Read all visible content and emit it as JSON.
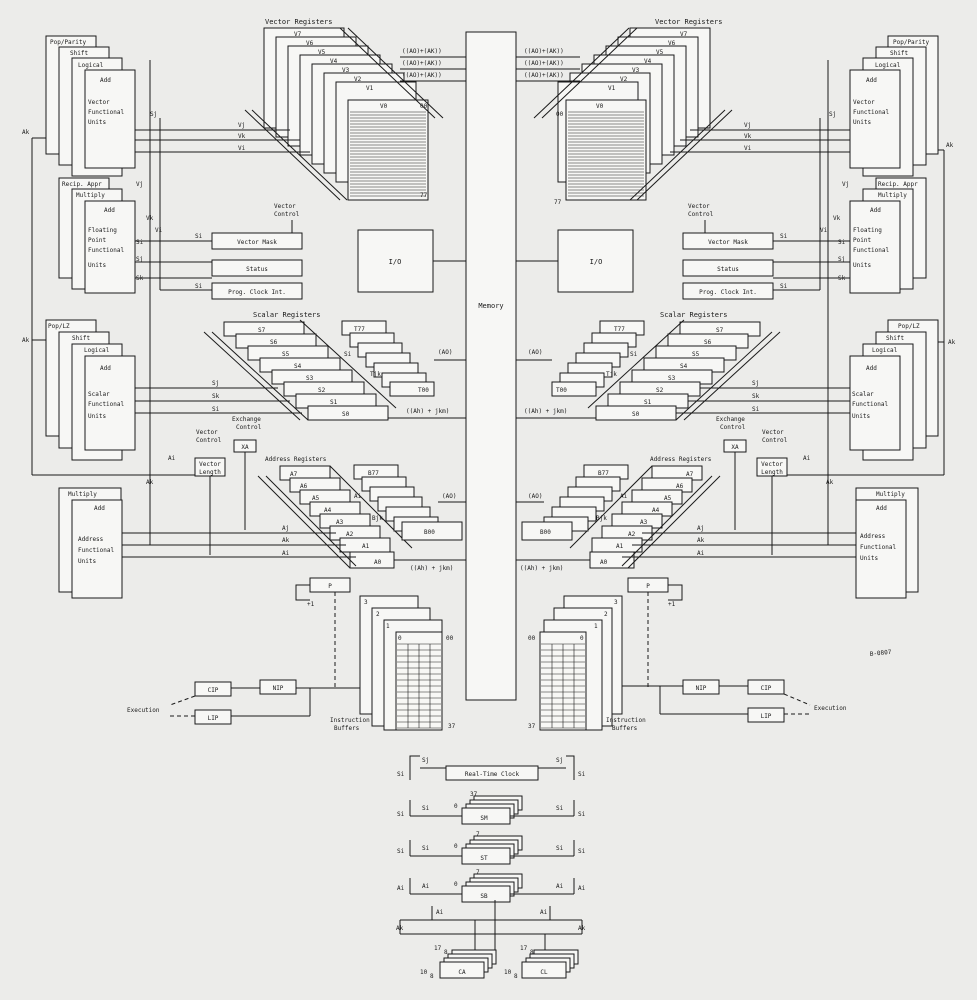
{
  "memory": "Memory",
  "io": "I/O",
  "vector_registers": {
    "title": "Vector Registers",
    "regs": [
      "V7",
      "V6",
      "V5",
      "V4",
      "V3",
      "V2",
      "V1",
      "V0"
    ],
    "first_index": "00",
    "last_index": "77",
    "paths": [
      "((AO)+(AK))",
      "((AO)+(AK))",
      "((AO)+(AK))"
    ],
    "buses": [
      "Vj",
      "Vk",
      "Vi"
    ]
  },
  "vector_fu": {
    "units": [
      "Pop/Parity",
      "Shift",
      "Logical",
      "Add"
    ],
    "caption": [
      "Vector",
      "Functional",
      "Units"
    ],
    "sj": "Sj"
  },
  "fp_fu": {
    "units": [
      "Recip. Appr",
      "Multiply",
      "Add"
    ],
    "caption": [
      "Floating",
      "Point",
      "Functional",
      "Units"
    ],
    "vj": "Vj",
    "vk": "Vk",
    "vi": "Vi",
    "si": "Si",
    "sj": "Sj",
    "sk": "Sk"
  },
  "scalar_fu": {
    "units": [
      "Pop/LZ",
      "Shift",
      "Logical",
      "Add"
    ],
    "caption": [
      "Scalar",
      "Functional",
      "Units"
    ]
  },
  "address_fu": {
    "units": [
      "Multiply",
      "Add"
    ],
    "caption": [
      "Address",
      "Functional",
      "Units"
    ]
  },
  "ak": "Ak",
  "vector_control": [
    "Vector",
    "Control"
  ],
  "vector_mask": "Vector Mask",
  "status": "Status",
  "prog_clock": "Prog. Clock Int.",
  "si": "Si",
  "scalar_registers": {
    "title": "Scalar Registers",
    "regs": [
      "S7",
      "S6",
      "S5",
      "S4",
      "S3",
      "S2",
      "S1",
      "S0"
    ],
    "t_top": "T77",
    "t_bottom": "T00",
    "tjk": "Tjk",
    "si": "Si",
    "ao": "(AO)",
    "buses": [
      "Sj",
      "Sk",
      "Si"
    ],
    "ah": "((Ah) + jkm)"
  },
  "exchange_control": [
    "Exchange",
    "Control"
  ],
  "xa": "XA",
  "vector_length": [
    "Vector",
    "Length"
  ],
  "address_registers": {
    "title": "Address Registers",
    "regs": [
      "A7",
      "A6",
      "A5",
      "A4",
      "A3",
      "A2",
      "A1",
      "A0"
    ],
    "b_top": "B77",
    "b_bottom": "B00",
    "bjk": "Bjk",
    "ai": "Ai",
    "ao": "(AO)",
    "buses": [
      "Aj",
      "Ak",
      "Ai"
    ],
    "ah": "((Ah) + jkm)"
  },
  "p": "P",
  "plus1": "+1",
  "instruction_buffers": {
    "caption": [
      "Instruction",
      "Buffers"
    ],
    "nums": [
      "3",
      "2",
      "1",
      "0"
    ],
    "first": "00",
    "last": "37"
  },
  "nip": "NIP",
  "cip": "CIP",
  "lip": "LIP",
  "execution": "Execution",
  "drawing_number": "B-0807",
  "real_time_clock": "Real-Time Clock",
  "rtc_sj": "Sj",
  "rtc_si": "Si",
  "sm": {
    "label": "SM",
    "top": "37",
    "zero": "0",
    "si": "Si"
  },
  "st": {
    "label": "ST",
    "top": "7",
    "zero": "0",
    "si": "Si"
  },
  "sb": {
    "label": "SB",
    "top": "7",
    "zero": "0",
    "ai": "Ai"
  },
  "bottom": {
    "ak": "Ak",
    "ai": "Ai",
    "ca": "CA",
    "cl": "CL",
    "base17": "17",
    "base10": "10",
    "sub8": "8"
  }
}
